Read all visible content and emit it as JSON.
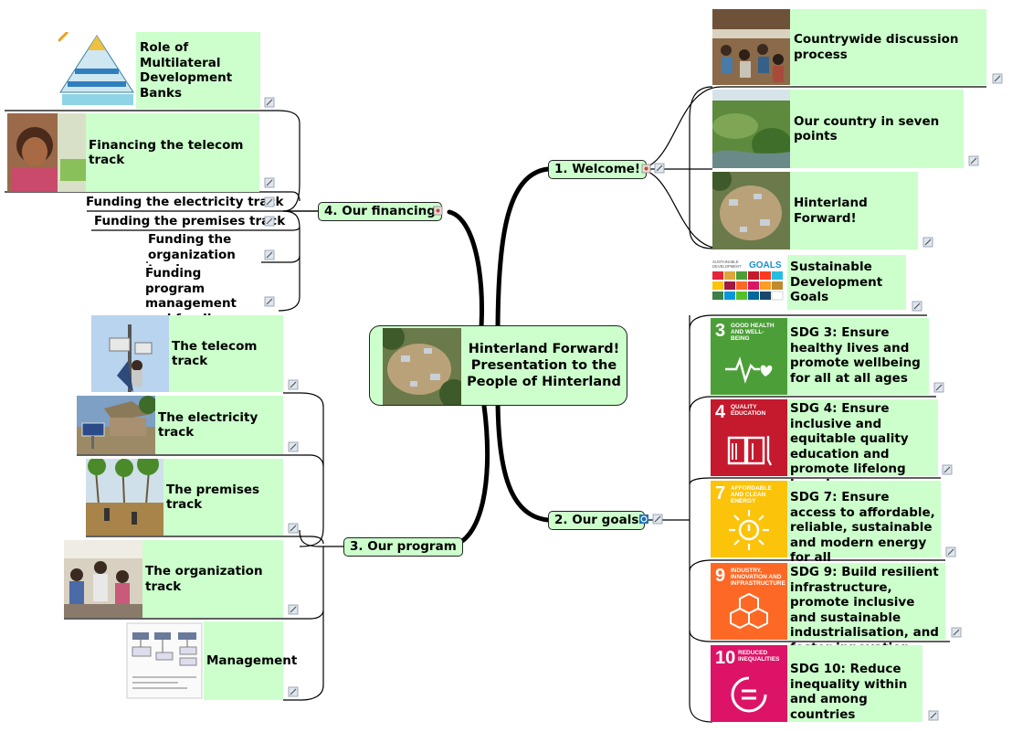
{
  "center": {
    "title": "Hinterland Forward! Presentation to the People of Hinterland"
  },
  "branches": {
    "welcome": "1. Welcome!",
    "goals": "2. Our goals",
    "program": "3. Our program",
    "financing": "4. Our financing"
  },
  "welcome_items": [
    "Countrywide discussion process",
    "Our country in seven points",
    "Hinterland Forward!"
  ],
  "goals_items": {
    "sdg_header": "Sustainable Development Goals",
    "sdg_logo_text": "SUSTAINABLE DEVELOPMENT GOALS",
    "sdg3": "SDG 3: Ensure healthy lives and promote wellbeing for all at all ages",
    "sdg4": "SDG 4: Ensure inclusive and equitable quality education and promote lifelong learning opportunities for all",
    "sdg7": "SDG 7: Ensure access to affordable, reliable, sustainable and modern energy for all",
    "sdg9": "SDG 9: Build resilient infrastructure, promote inclusive and sustainable industrialisation, and foster innovation",
    "sdg10": "SDG 10: Reduce inequality within and among countries"
  },
  "sdg_tiles": {
    "t3": {
      "num": "3",
      "title": "GOOD HEALTH AND WELL-BEING",
      "color": "#4c9f38"
    },
    "t4": {
      "num": "4",
      "title": "QUALITY EDUCATION",
      "color": "#c5192d"
    },
    "t7": {
      "num": "7",
      "title": "AFFORDABLE AND CLEAN ENERGY",
      "color": "#fcc30b"
    },
    "t9": {
      "num": "9",
      "title": "INDUSTRY, INNOVATION AND INFRASTRUCTURE",
      "color": "#fd6925"
    },
    "t10": {
      "num": "10",
      "title": "REDUCED INEQUALITIES",
      "color": "#dd1367"
    }
  },
  "program_items": [
    "The telecom track",
    "The electricity track",
    "The premises track",
    "The organization track",
    "Management"
  ],
  "financing_items": {
    "mdb": "Role of Multilateral Development Banks",
    "telecom": "Financing the telecom track",
    "electricity": "Funding the electricity track",
    "premises": "Funding the premises track",
    "organization": "Funding the organization track",
    "operations": "Funding program management and funding operations"
  },
  "colors": {
    "node_fill": "#ccffcc",
    "line": "#000000"
  },
  "icons": [
    "note-icon",
    "attachment-icon",
    "sdg-wheel-icon"
  ]
}
